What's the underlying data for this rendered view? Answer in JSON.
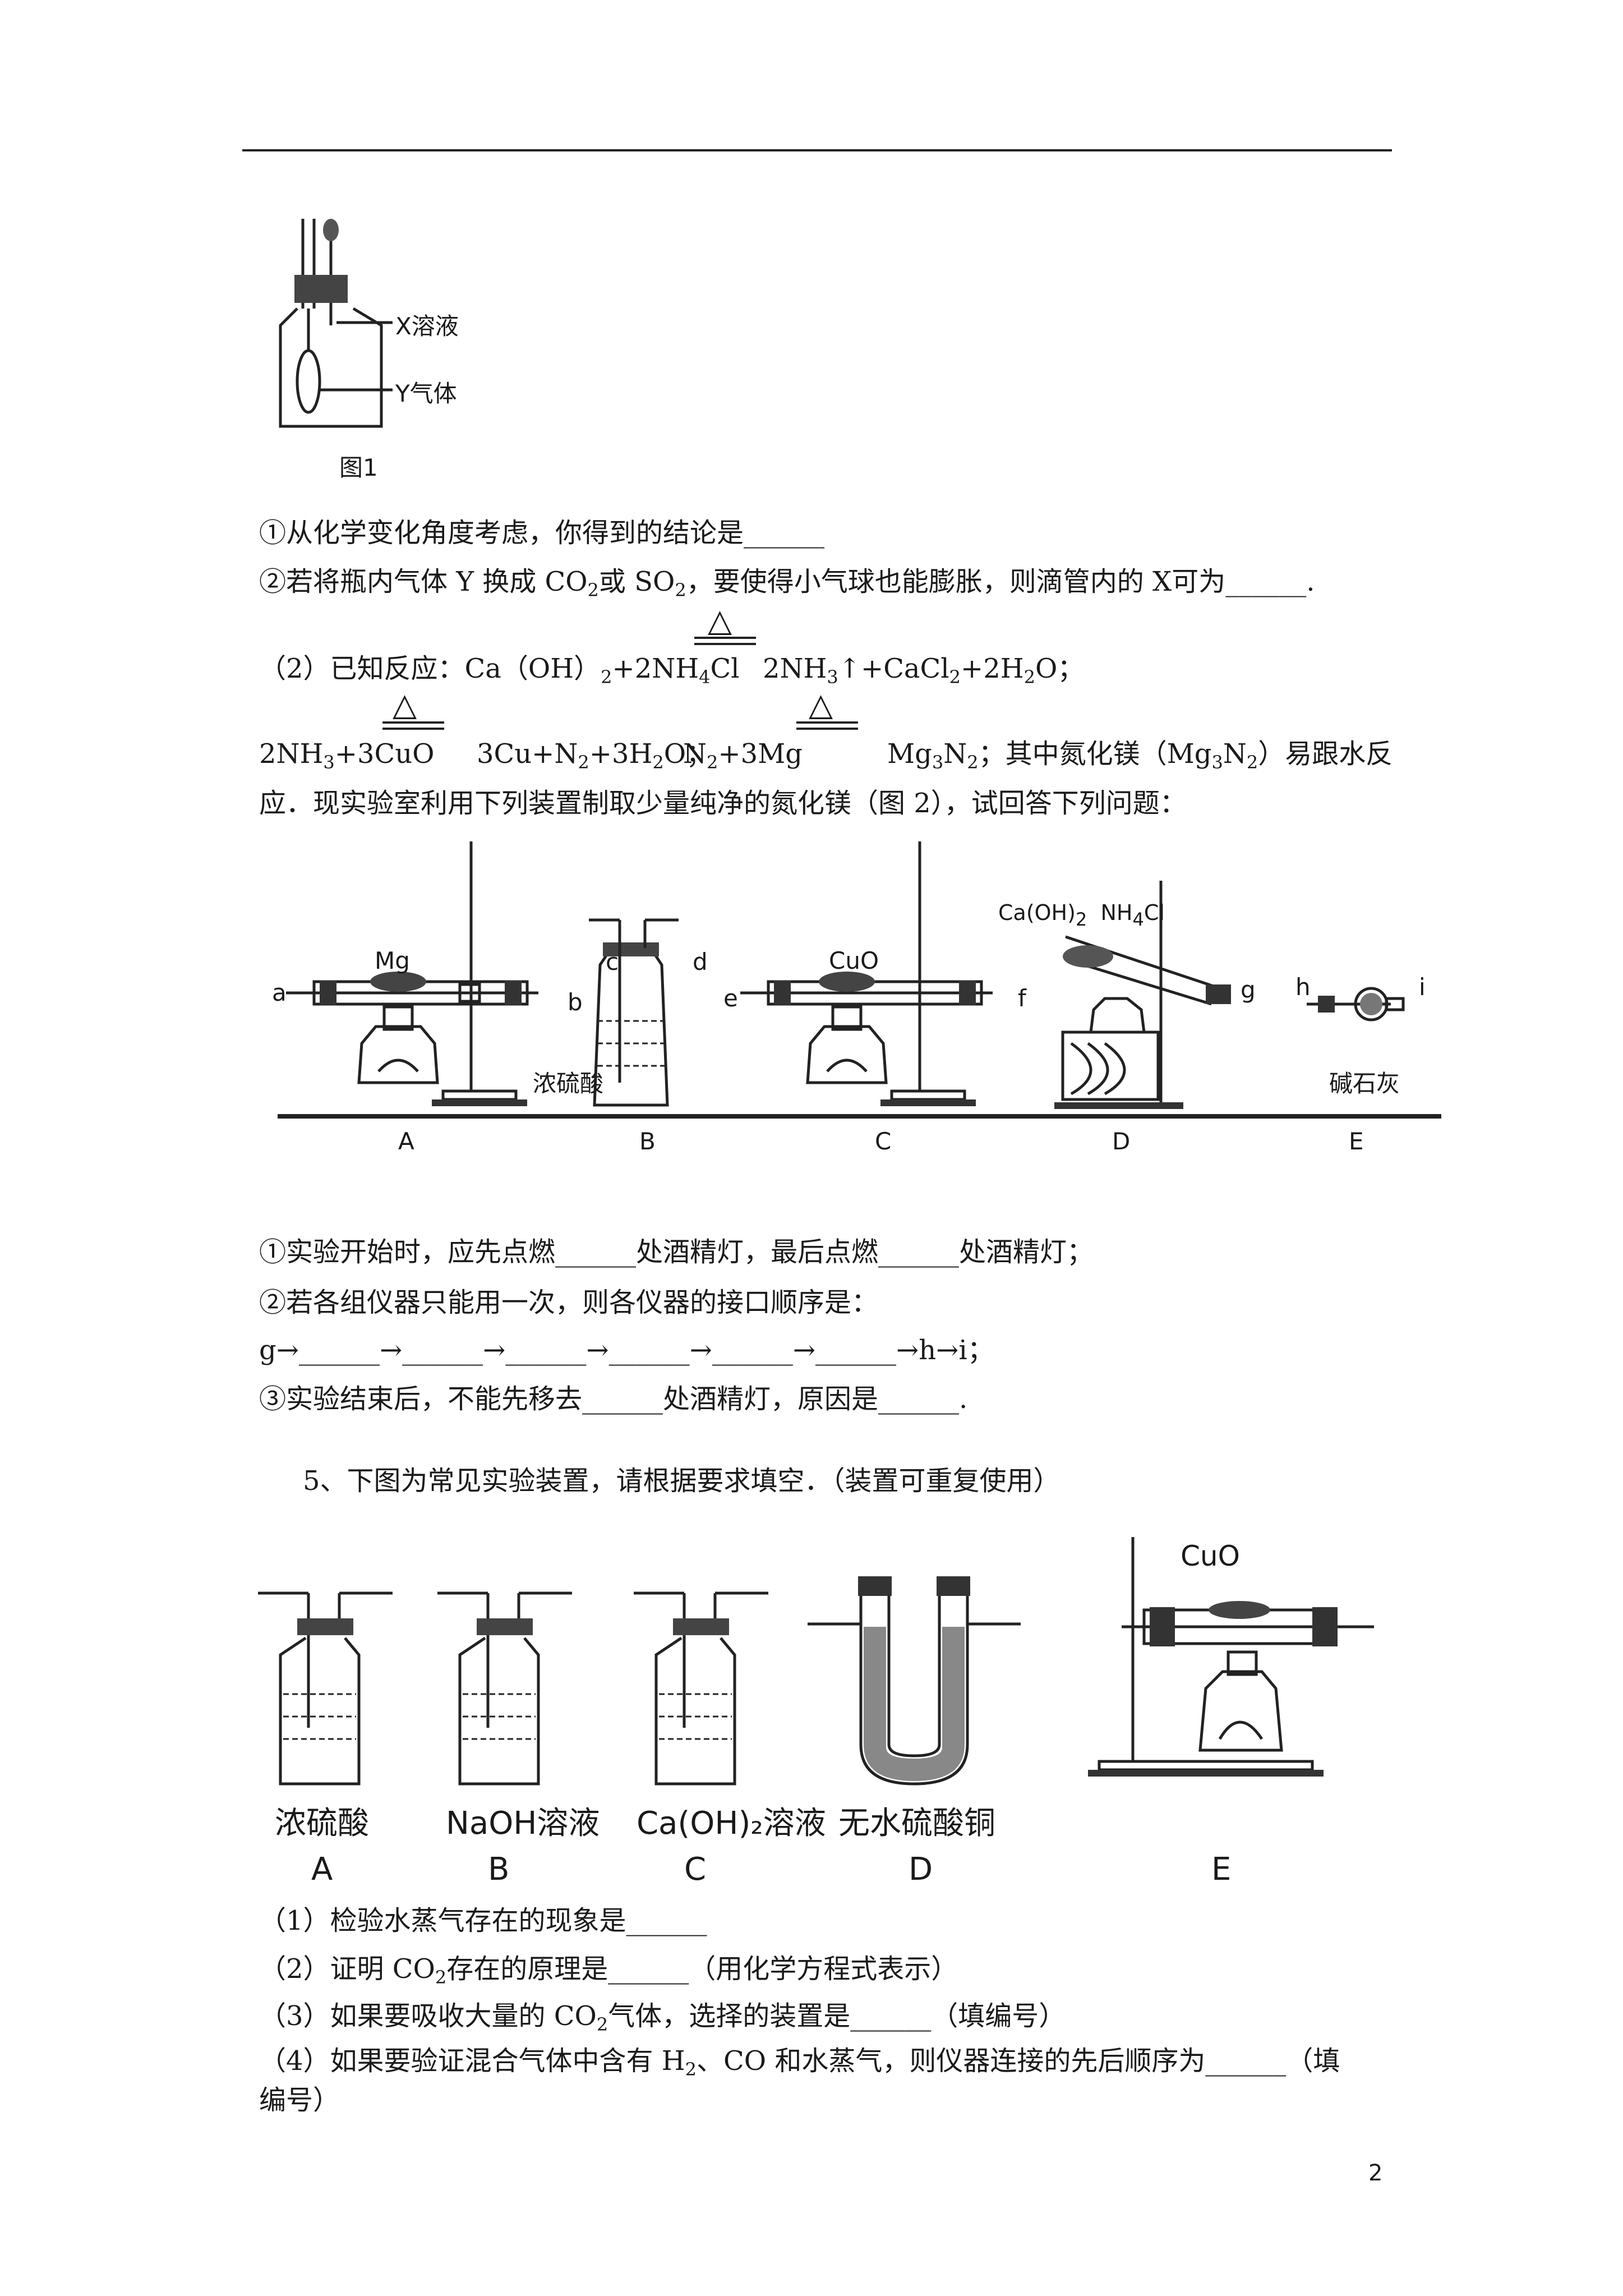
{
  "figure1": {
    "x_label": "X溶液",
    "y_label": "Y气体",
    "caption": "图1"
  },
  "q4": {
    "p1_1": "①从化学变化角度考虑，你得到的结论是______",
    "p1_2_a": "②若将瓶内气体 Y 换成 CO",
    "p1_2_b": "或 SO",
    "p1_2_c": "，要使得小气球也能膨胀，则滴管内的 X",
    "p1_2_d": "可为______.",
    "p2_a": "（2）已知反应：Ca（OH）",
    "p2_b": "+2NH",
    "p2_c": "Cl",
    "p2_d": "2NH",
    "p2_e": "↑+CaCl",
    "p2_f": "+2H",
    "p2_g": "O；",
    "eq2_a": "2NH",
    "eq2_b": "+3CuO",
    "eq2_c": "3Cu+N",
    "eq2_d": "+3H",
    "eq2_e": "O；",
    "eq3_a": "N",
    "eq3_b": "+3Mg",
    "eq3_c": "Mg",
    "eq3_d": "N",
    "eq3_e": "；其中氮化镁（Mg",
    "eq3_f": "N",
    "eq3_g": "）易跟水反",
    "p2_line3": "应．现实验室利用下列装置制取少量纯净的氮化镁（图 2），试回答下列问题：",
    "sub": {
      "s2": "2",
      "s3": "3",
      "s4": "4"
    },
    "delta": "△",
    "q1": "①实验开始时，应先点燃______处酒精灯，最后点燃______处酒精灯；",
    "q2": "②若各组仪器只能用一次，则各仪器的接口顺序是：",
    "q2_seq": "g→______→______→______→______→______→______→h→i；",
    "q3": "③实验结束后，不能先移去______处酒精灯，原因是______."
  },
  "figure2": {
    "ports": {
      "a": "a",
      "b": "b",
      "c": "c",
      "d": "d",
      "e": "e",
      "f": "f",
      "g": "g",
      "h": "h",
      "i": "i"
    },
    "mg": "Mg",
    "cuo": "CuO",
    "d_reagents_a": "Ca(OH)",
    "d_reagents_sub": "2",
    "d_reagents_b": "NH",
    "d_reagents_sub4": "4",
    "d_reagents_c": "Cl",
    "h2so4": "浓硫酸",
    "soda_lime": "碱石灰",
    "letters": [
      "A",
      "B",
      "C",
      "D",
      "E"
    ]
  },
  "q5": {
    "intro": "5、下图为常见实验装置，请根据要求填空．（装置可重复使用）",
    "labels": [
      "浓硫酸",
      "NaOH溶液",
      "Ca(OH)₂溶液",
      "无水硫酸铜"
    ],
    "cuo": "CuO",
    "letters": [
      "A",
      "B",
      "C",
      "D",
      "E"
    ],
    "s1": "（1）检验水蒸气存在的现象是______",
    "s2_a": "（2）证明 CO",
    "s2_b": "存在的原理是______（用化学方程式表示）",
    "s3_a": "（3）如果要吸收大量的 CO",
    "s3_b": "气体，选择的装置是______（填编号）",
    "s4_a": "（4）如果要验证混合气体中含有 H",
    "s4_b": "、CO 和水蒸气，则仪器连接的先后顺序为______（填",
    "s4_c": "编号）"
  },
  "page_number": "2"
}
